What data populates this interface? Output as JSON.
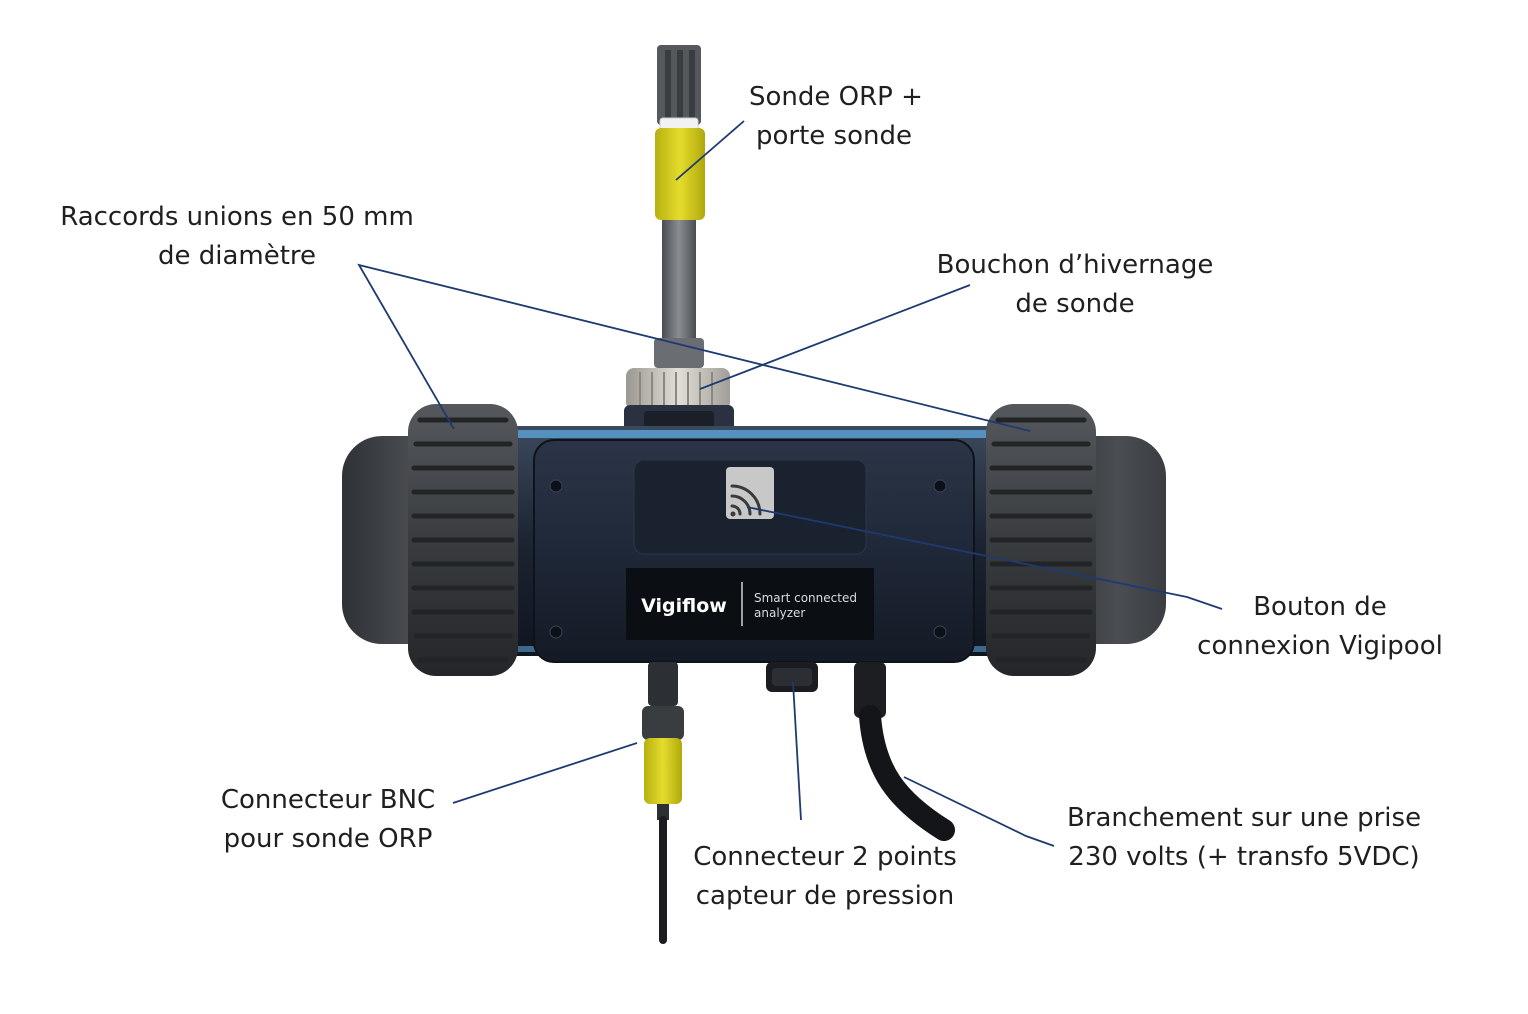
{
  "colors": {
    "leader_line": "#1e3a70",
    "body_dark": "#1f2838",
    "union_dark": "#3a3d40",
    "probe_yellow": "#d9d11c",
    "accent_blue": "#5a9fd0",
    "text": "#1f1f1f"
  },
  "device": {
    "brand_name": "Vigiflow",
    "brand_tagline_line1": "Smart connected",
    "brand_tagline_line2": "analyzer",
    "connection_icon": "wifi-connect-icon"
  },
  "labels": {
    "probe": {
      "line1": "Sonde ORP +",
      "line2": "porte sonde"
    },
    "unions": {
      "line1": "Raccords unions en 50 mm",
      "line2": "de diamètre"
    },
    "cap": {
      "line1": "Bouchon d’hivernage",
      "line2": "de sonde"
    },
    "button": {
      "line1": "Bouton de",
      "line2": "connexion Vigipool"
    },
    "bnc": {
      "line1": "Connecteur BNC",
      "line2": "pour sonde ORP"
    },
    "pressure": {
      "line1": "Connecteur 2 points",
      "line2": "capteur de pression"
    },
    "power": {
      "line1": "Branchement sur une prise",
      "line2": "230 volts (+ transfo 5VDC)"
    }
  }
}
